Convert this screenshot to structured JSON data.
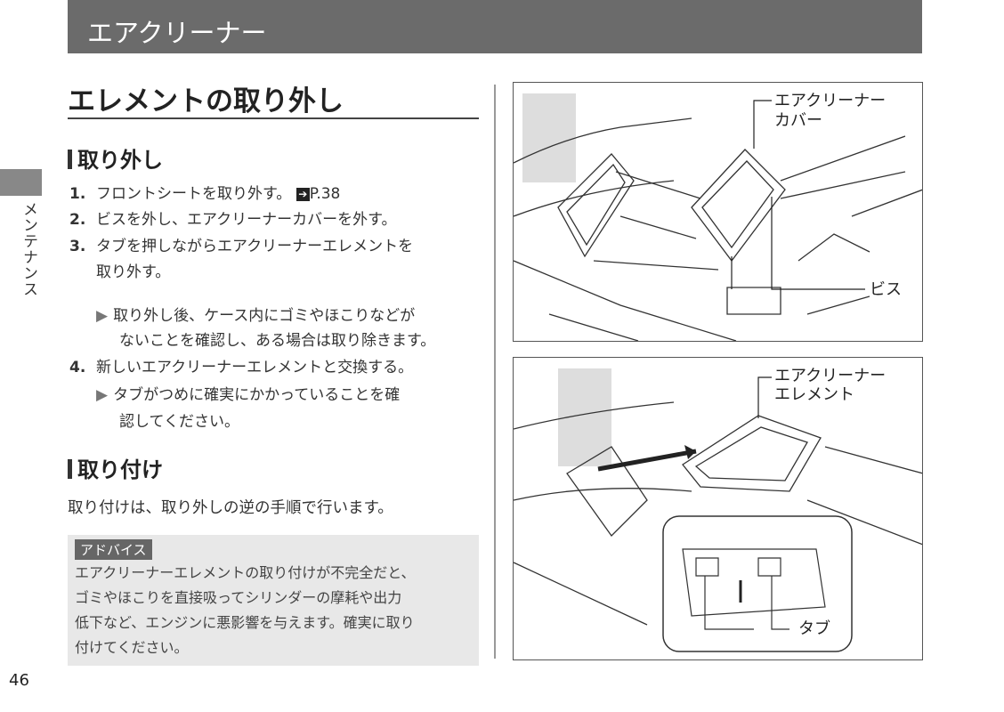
{
  "header": {
    "title": "エアクリーナー"
  },
  "side_tab": {
    "label": "メンテナンス"
  },
  "section": {
    "title": "エレメントの取り外し"
  },
  "removal": {
    "title": "取り外し",
    "steps": [
      {
        "num": "1.",
        "text": "フロントシートを取り外す。",
        "ref": "P.38"
      },
      {
        "num": "2.",
        "text": "ビスを外し、エアクリーナーカバーを外す。"
      },
      {
        "num": "3.",
        "text": "タブを押しながらエアクリーナーエレメントを",
        "text2": "取り外す。"
      },
      {
        "num": "4.",
        "text": "新しいエアクリーナーエレメントと交換する。"
      }
    ],
    "notes": [
      {
        "line1": "取り外し後、ケース内にゴミやほこりなどが",
        "line2": "ないことを確認し、ある場合は取り除きます。"
      },
      {
        "line1": "タブがつめに確実にかかっていることを確",
        "line2": "認してください。"
      }
    ]
  },
  "install": {
    "title": "取り付け",
    "text": "取り付けは、取り外しの逆の手順で行います。"
  },
  "advice": {
    "tag": "アドバイス",
    "lines": [
      "エアクリーナーエレメントの取り付けが不完全だと、",
      "ゴミやほこりを直接吸ってシリンダーの摩耗や出力",
      "低下など、エンジンに悪影響を与えます。確実に取り",
      "付けてください。"
    ]
  },
  "figure1": {
    "label_cover_1": "エアクリーナー",
    "label_cover_2": "カバー",
    "label_screw": "ビス"
  },
  "figure2": {
    "label_element_1": "エアクリーナー",
    "label_element_2": "エレメント",
    "label_tab": "タブ"
  },
  "page_number": "46"
}
